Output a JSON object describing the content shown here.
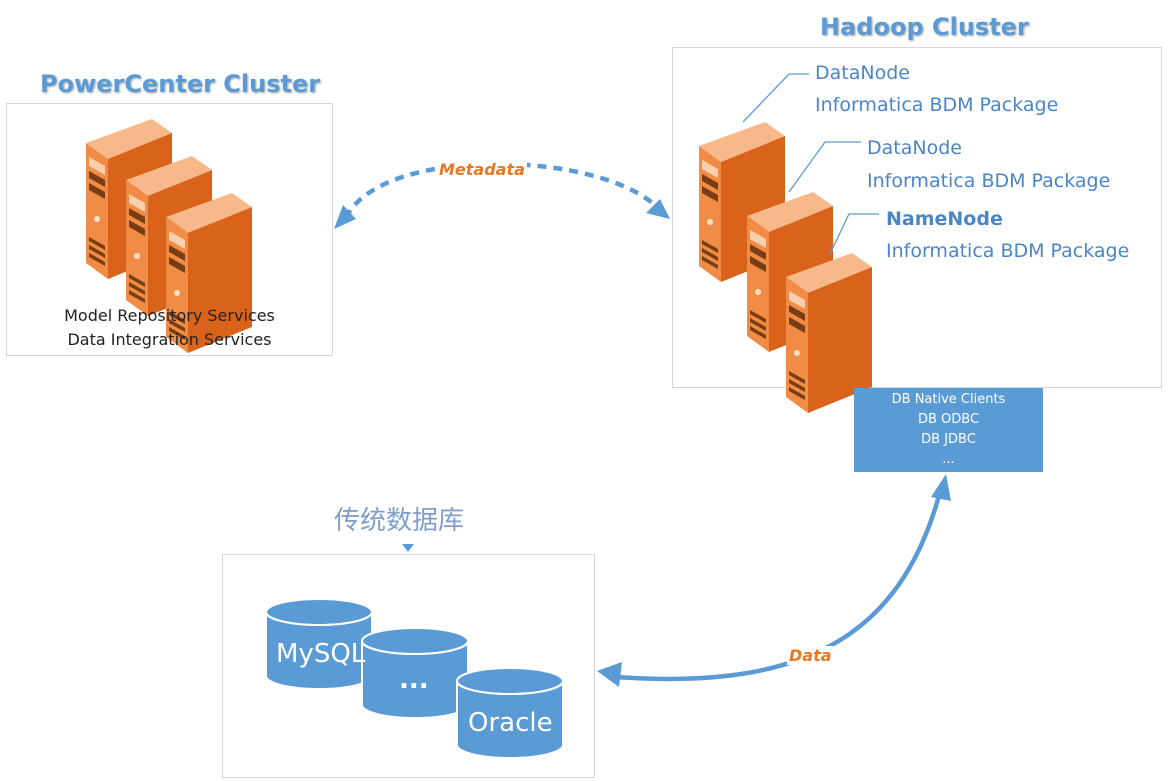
{
  "powercenter": {
    "title": "PowerCenter Cluster",
    "services": [
      "Model Repository Services",
      "Data Integration Services"
    ]
  },
  "hadoop": {
    "title": "Hadoop Cluster",
    "nodes": [
      {
        "name": "DataNode",
        "package": "Informatica BDM Package"
      },
      {
        "name": "DataNode",
        "package": "Informatica BDM Package"
      },
      {
        "name": "NameNode",
        "package": "Informatica BDM Package"
      }
    ]
  },
  "clients": [
    "DB Native Clients",
    "DB ODBC",
    "DB JDBC",
    "..."
  ],
  "databases": {
    "title": "传统数据库",
    "items": [
      "MySQL",
      "...",
      "Oracle"
    ]
  },
  "arrows": {
    "metadata": "Metadata",
    "data": "Data"
  },
  "colors": {
    "accent": "#5b9bd5",
    "server": "#e06c1e",
    "label": "#e87722"
  }
}
